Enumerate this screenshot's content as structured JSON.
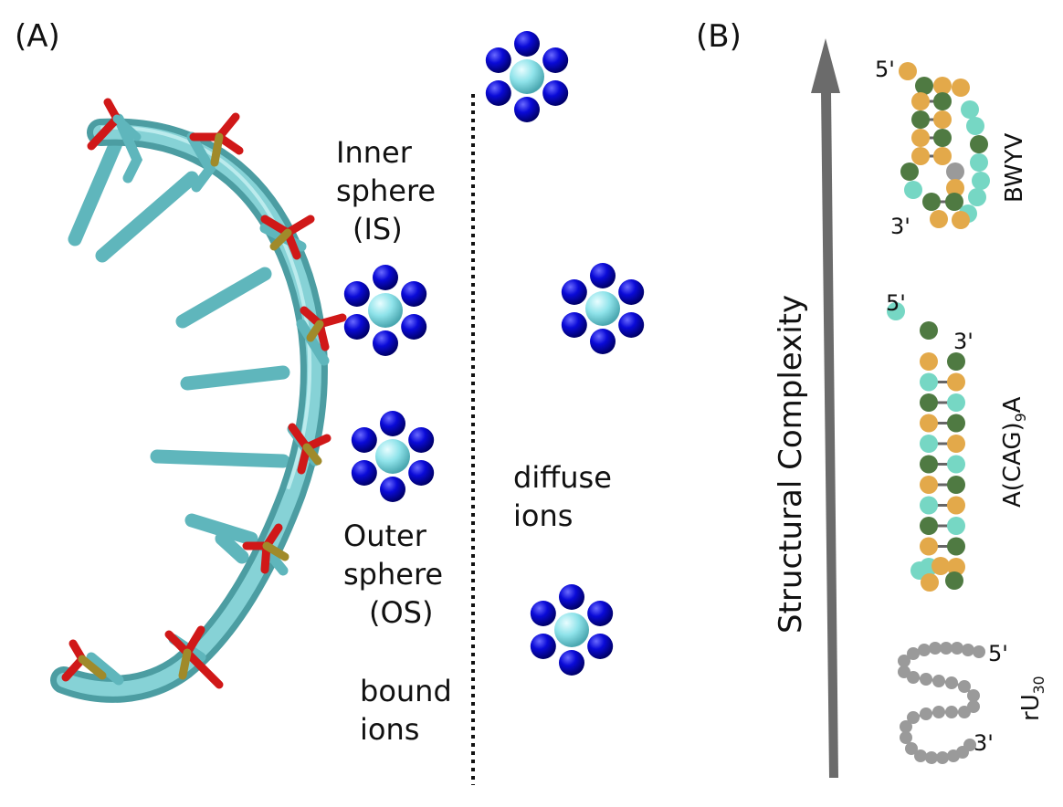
{
  "panel_a": {
    "label": "(A)",
    "inner_sphere": [
      "Inner",
      "sphere",
      "(IS)"
    ],
    "outer_sphere": [
      "Outer",
      "sphere",
      "(OS)"
    ],
    "bound_ions": [
      "bound",
      "ions"
    ],
    "diffuse_ions": [
      "diffuse",
      "ions"
    ]
  },
  "panel_b": {
    "label": "(B)",
    "axis_label": "Structural Complexity",
    "structures": [
      {
        "name": "BWYV",
        "five_prime": "5'",
        "three_prime": "3'"
      },
      {
        "name_main": "A(CAG)",
        "name_sub": "9",
        "name_end": "A",
        "five_prime": "5'",
        "three_prime": "3'"
      },
      {
        "name_main": "rU",
        "name_sub": "30",
        "five_prime": "5'",
        "three_prime": "3'"
      }
    ]
  },
  "colors": {
    "rna_backbone": "#6cc3c8",
    "oxygen": "#d01818",
    "phosphorus": "#a08a2a",
    "water_oxygen": "#0a0ad8",
    "magnesium_ion": "#8fe3ea",
    "nucleotide_orange": "#e3a94a",
    "nucleotide_green": "#4f7a42",
    "nucleotide_teal": "#76d7c4",
    "nucleotide_grey": "#9a9a9a",
    "arrow": "#6b6b6b"
  }
}
